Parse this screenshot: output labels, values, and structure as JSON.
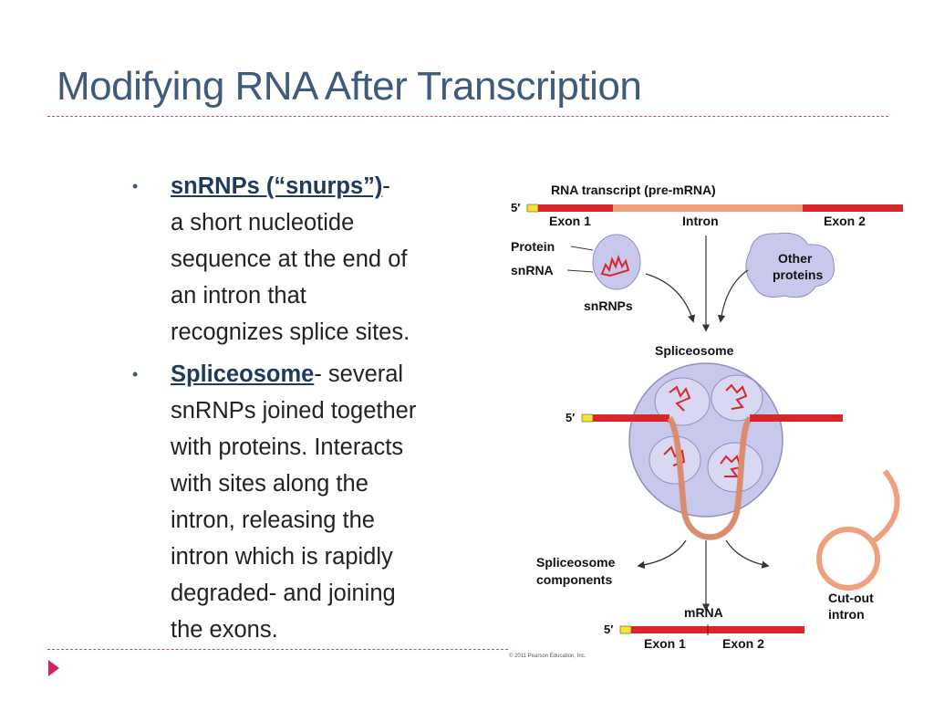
{
  "slide": {
    "title": "Modifying RNA After Transcription"
  },
  "bullets": [
    {
      "term": "snRNPs (“snurps”)",
      "sep": "-",
      "lines": [
        "a short nucleotide",
        "sequence at the end of",
        "an intron that",
        "recognizes splice sites."
      ]
    },
    {
      "term": "Spliceosome",
      "first_tail": "- several",
      "lines": [
        "snRNPs joined together",
        "with proteins.  Interacts",
        "with sites along the",
        "intron, releasing the",
        "intron which is rapidly",
        "degraded- and joining",
        "the exons."
      ]
    }
  ],
  "diagram": {
    "transcript_label": "RNA transcript (pre-mRNA)",
    "five_prime": "5′",
    "exon1": "Exon 1",
    "intron": "Intron",
    "exon2": "Exon 2",
    "protein": "Protein",
    "snrna": "snRNA",
    "snrnps": "snRNPs",
    "other_proteins_1": "Other",
    "other_proteins_2": "proteins",
    "spliceosome": "Spliceosome",
    "components_1": "Spliceosome",
    "components_2": "components",
    "cut_out_1": "Cut-out",
    "cut_out_2": "intron",
    "mrna": "mRNA",
    "copyright": "© 2011 Pearson Education, Inc.",
    "colors": {
      "exon": "#d9262b",
      "intron": "#f0a07c",
      "cap": "#f5e633",
      "protein": "#c8c8ec",
      "arrow": "#333333"
    }
  }
}
